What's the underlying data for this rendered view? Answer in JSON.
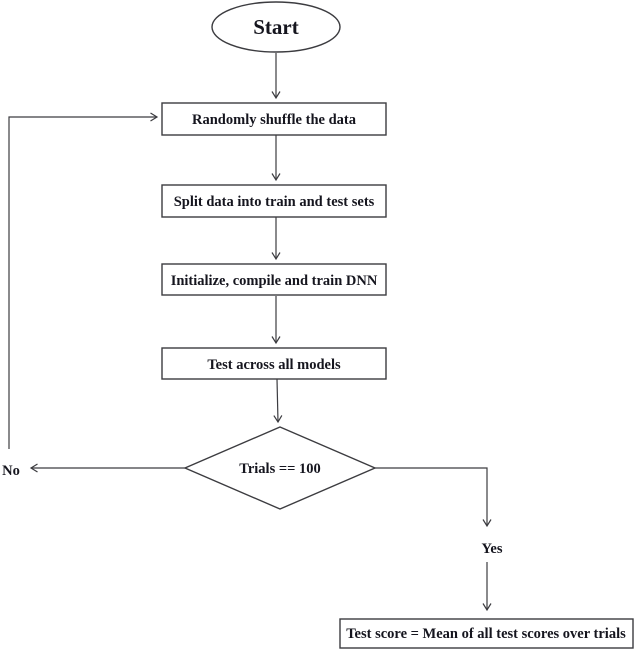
{
  "flowchart": {
    "nodes": {
      "start": {
        "label": "Start",
        "shape": "ellipse"
      },
      "shuffle": {
        "label": "Randomly shuffle the data",
        "shape": "rect"
      },
      "split": {
        "label": "Split data into train and test sets",
        "shape": "rect"
      },
      "init": {
        "label": "Initialize, compile and train DNN",
        "shape": "rect"
      },
      "test": {
        "label": "Test across all models",
        "shape": "rect"
      },
      "decision": {
        "label": "Trials == 100",
        "shape": "diamond"
      },
      "score": {
        "label": "Test score = Mean of all test scores over trials",
        "shape": "rect"
      }
    },
    "edges": [
      {
        "from": "start",
        "to": "shuffle",
        "label": ""
      },
      {
        "from": "shuffle",
        "to": "split",
        "label": ""
      },
      {
        "from": "split",
        "to": "init",
        "label": ""
      },
      {
        "from": "init",
        "to": "test",
        "label": ""
      },
      {
        "from": "test",
        "to": "decision",
        "label": ""
      },
      {
        "from": "decision",
        "to": "shuffle",
        "label": "No"
      },
      {
        "from": "decision",
        "to": "score",
        "label": "Yes"
      }
    ],
    "colors": {
      "line": "#3c3c40",
      "text": "#15151e",
      "background": "#ffffff"
    }
  }
}
